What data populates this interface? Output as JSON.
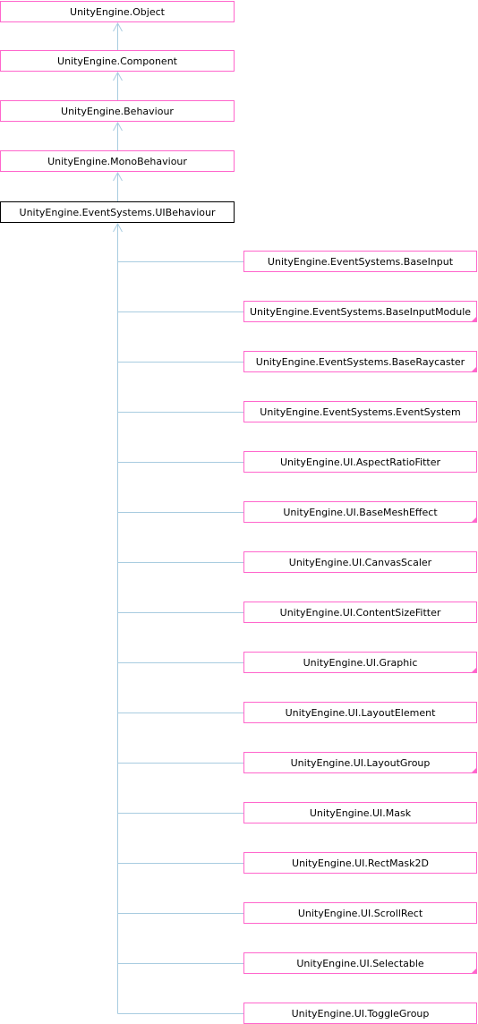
{
  "colors": {
    "edge": "#a8cce0",
    "node_border": "#ff66cc",
    "current_border": "#000000",
    "more_marker": "#ff66cc"
  },
  "ancestors": [
    {
      "label": "UnityEngine.Object"
    },
    {
      "label": "UnityEngine.Component"
    },
    {
      "label": "UnityEngine.Behaviour"
    },
    {
      "label": "UnityEngine.MonoBehaviour"
    }
  ],
  "current": {
    "label": "UnityEngine.EventSystems.UIBehaviour"
  },
  "children": [
    {
      "label": "UnityEngine.EventSystems.BaseInput",
      "has_more": false
    },
    {
      "label": "UnityEngine.EventSystems.BaseInputModule",
      "has_more": true
    },
    {
      "label": "UnityEngine.EventSystems.BaseRaycaster",
      "has_more": true
    },
    {
      "label": "UnityEngine.EventSystems.EventSystem",
      "has_more": false
    },
    {
      "label": "UnityEngine.UI.AspectRatioFitter",
      "has_more": false
    },
    {
      "label": "UnityEngine.UI.BaseMeshEffect",
      "has_more": true
    },
    {
      "label": "UnityEngine.UI.CanvasScaler",
      "has_more": false
    },
    {
      "label": "UnityEngine.UI.ContentSizeFitter",
      "has_more": false
    },
    {
      "label": "UnityEngine.UI.Graphic",
      "has_more": true
    },
    {
      "label": "UnityEngine.UI.LayoutElement",
      "has_more": false
    },
    {
      "label": "UnityEngine.UI.LayoutGroup",
      "has_more": true
    },
    {
      "label": "UnityEngine.UI.Mask",
      "has_more": false
    },
    {
      "label": "UnityEngine.UI.RectMask2D",
      "has_more": false
    },
    {
      "label": "UnityEngine.UI.ScrollRect",
      "has_more": false
    },
    {
      "label": "UnityEngine.UI.Selectable",
      "has_more": true
    },
    {
      "label": "UnityEngine.UI.ToggleGroup",
      "has_more": false
    }
  ]
}
